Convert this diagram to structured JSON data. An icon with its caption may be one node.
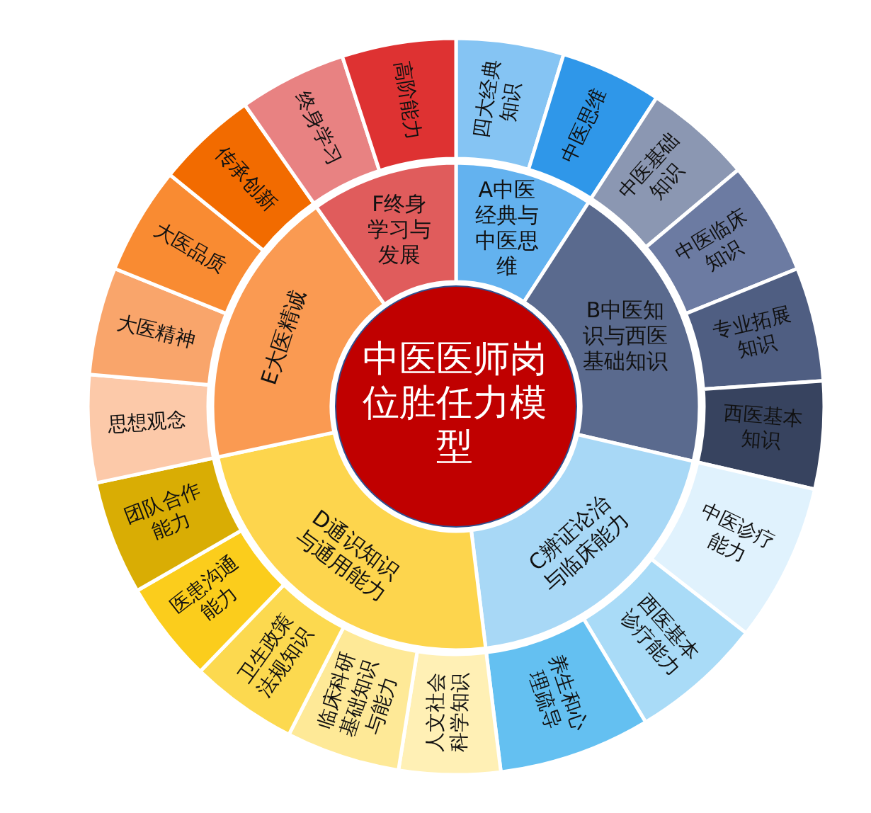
{
  "diagram": {
    "nodes": [
      {
        "text": [
          "中医医师岗位胜任力模型"
        ]
      },
      {
        "text": [
          "A中医经典与中医思维"
        ]
      },
      {
        "text": [
          "B中医知识与西医基础知识"
        ]
      },
      {
        "text": [
          "C辨证论治与临床能力"
        ]
      },
      {
        "text": [
          "D通识知识与通用能力"
        ]
      },
      {
        "text": [
          "E大医精诚"
        ]
      },
      {
        "text": [
          "F终身学习与发展"
        ]
      },
      {
        "text": [
          "四大经典知识"
        ]
      },
      {
        "text": [
          "中医思维"
        ]
      },
      {
        "text": [
          "中医基础知识"
        ]
      },
      {
        "text": [
          "中医临床知识"
        ]
      },
      {
        "text": [
          "专业拓展知识"
        ]
      },
      {
        "text": [
          "西医基本知识"
        ]
      },
      {
        "text": [
          "中医诊疗能力"
        ]
      },
      {
        "text": [
          "西医基本诊疗能力"
        ]
      },
      {
        "text": [
          "养生和心理疏导"
        ]
      },
      {
        "text": [
          "人文社会科学知识"
        ]
      },
      {
        "text": [
          "临床科研基础知识与能力"
        ]
      },
      {
        "text": [
          "卫生政策法规知识"
        ]
      },
      {
        "text": [
          "医患沟通能力"
        ]
      },
      {
        "text": [
          "团队合作能力"
        ]
      },
      {
        "text": [
          "思想观念"
        ]
      },
      {
        "text": [
          "大医精神"
        ]
      },
      {
        "text": [
          "大医品质"
        ]
      },
      {
        "text": [
          "传承创新"
        ]
      },
      {
        "text": [
          "终身学习"
        ]
      },
      {
        "text": [
          "高阶能力"
        ]
      }
    ]
  }
}
